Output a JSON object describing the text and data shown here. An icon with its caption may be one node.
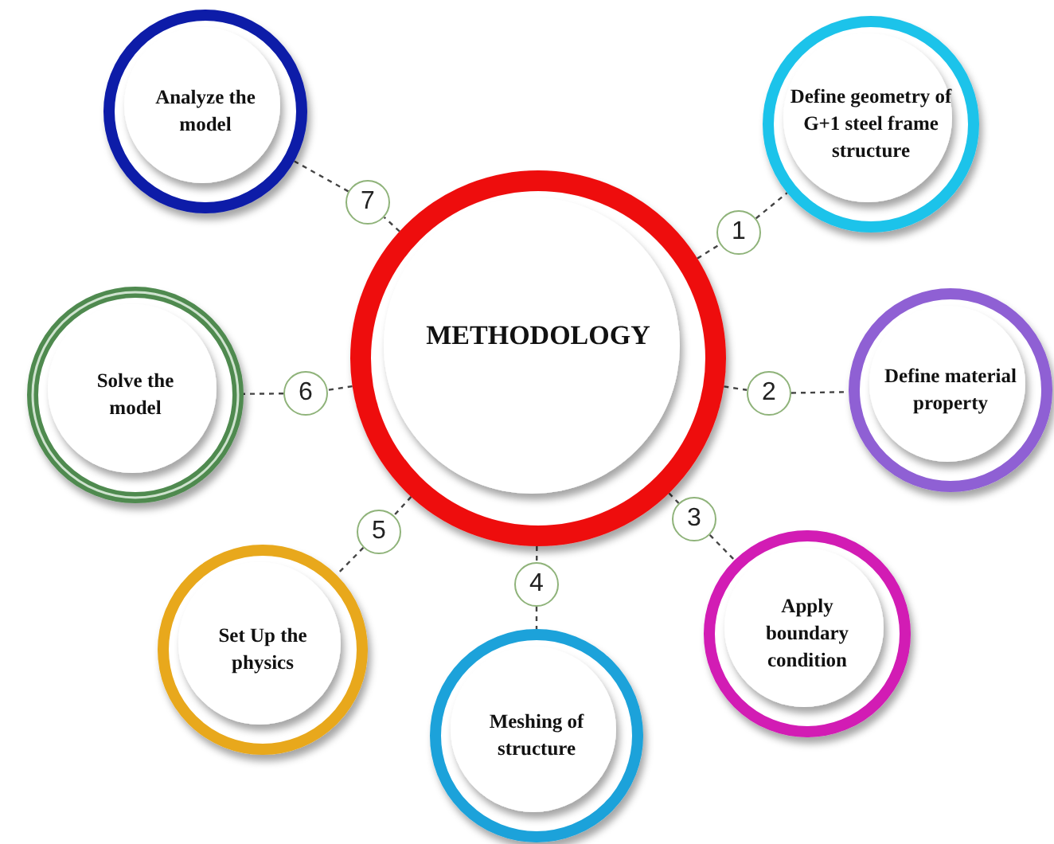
{
  "diagram": {
    "nodes": [
      {
        "text": [
          "METHODOLOGY"
        ]
      },
      {
        "text": [
          "1"
        ]
      },
      {
        "text": [
          "Define geometry of G+1 steel frame structure"
        ]
      },
      {
        "text": [
          "2"
        ]
      },
      {
        "text": [
          "Define material property"
        ]
      },
      {
        "text": [
          "3"
        ]
      },
      {
        "text": [
          "Apply boundary condition"
        ]
      },
      {
        "text": [
          "4"
        ]
      },
      {
        "text": [
          "Meshing of structure"
        ]
      },
      {
        "text": [
          "5"
        ]
      },
      {
        "text": [
          "Set Up the physics"
        ]
      },
      {
        "text": [
          "6"
        ]
      },
      {
        "text": [
          "Solve the model"
        ]
      },
      {
        "text": [
          "7"
        ]
      },
      {
        "text": [
          "Analyze the model"
        ]
      }
    ],
    "edges": [
      {
        "from": 0,
        "to": 1,
        "arrow": "none",
        "style": "dashed"
      },
      {
        "from": 1,
        "to": 2,
        "arrow": "none",
        "style": "dashed"
      },
      {
        "from": 0,
        "to": 3,
        "arrow": "none",
        "style": "dashed"
      },
      {
        "from": 3,
        "to": 4,
        "arrow": "none",
        "style": "dashed"
      },
      {
        "from": 0,
        "to": 5,
        "arrow": "none",
        "style": "dashed"
      },
      {
        "from": 5,
        "to": 6,
        "arrow": "none",
        "style": "dashed"
      },
      {
        "from": 0,
        "to": 7,
        "arrow": "none",
        "style": "dashed"
      },
      {
        "from": 7,
        "to": 8,
        "arrow": "none",
        "style": "dashed"
      },
      {
        "from": 0,
        "to": 9,
        "arrow": "none",
        "style": "dashed"
      },
      {
        "from": 9,
        "to": 10,
        "arrow": "none",
        "style": "dashed"
      },
      {
        "from": 0,
        "to": 11,
        "arrow": "none",
        "style": "dashed"
      },
      {
        "from": 11,
        "to": 12,
        "arrow": "none",
        "style": "dashed"
      },
      {
        "from": 0,
        "to": 13,
        "arrow": "none",
        "style": "dashed"
      },
      {
        "from": 13,
        "to": 14,
        "arrow": "none",
        "style": "dashed"
      }
    ]
  }
}
